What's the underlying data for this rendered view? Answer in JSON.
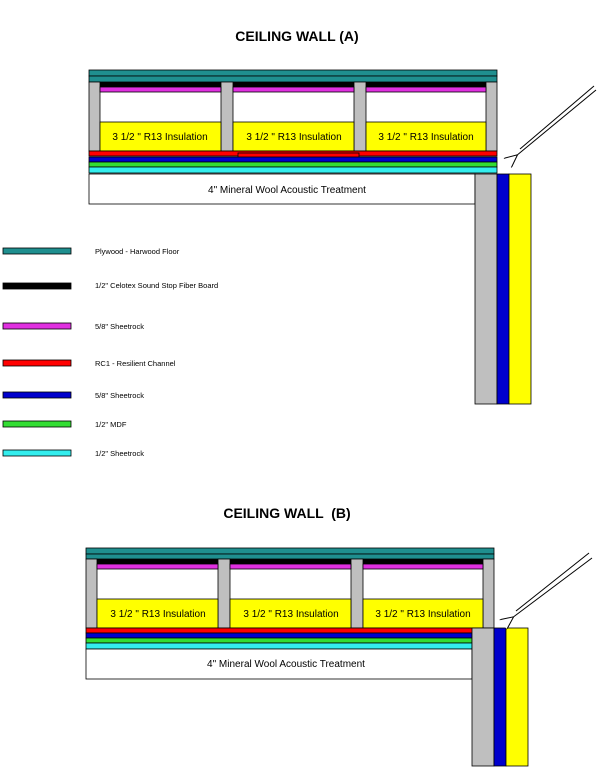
{
  "colors": {
    "plywood": "#1f8f8f",
    "celotex": "#000000",
    "sheetrock_58_top": "#e030e0",
    "resilient_channel": "#ff0000",
    "sheetrock_58": "#0000cc",
    "mdf": "#33dd33",
    "sheetrock_12": "#33eeee",
    "stud": "#bfbfbf",
    "insulation": "#ffff00",
    "mineral_wool": "#ffffff"
  },
  "ceiling_a": {
    "title": "CEILING WALL (A)",
    "insulation_labels": [
      "3 1/2 \" R13 Insulation",
      "3 1/2 \" R13 Insulation",
      "3 1/2 \" R13 Insulation"
    ],
    "mineral_wool_label": "4\" Mineral Wool Acoustic Treatment"
  },
  "ceiling_b": {
    "title": "CEILING WALL  (B)",
    "insulation_labels": [
      "3 1/2 \" R13 Insulation",
      "3 1/2 \" R13 Insulation",
      "3 1/2 \" R13 Insulation"
    ],
    "mineral_wool_label": "4\" Mineral Wool Acoustic Treatment"
  },
  "legend": [
    {
      "label": "Plywood - Harwood Floor",
      "color": "#1f8f8f",
      "icon": "plywood-swatch"
    },
    {
      "label": "1/2\" Celotex Sound Stop Fiber Board",
      "color": "#000000",
      "icon": "celotex-swatch"
    },
    {
      "label": "5/8\" Sheetrock",
      "color": "#e030e0",
      "icon": "magenta-sheetrock-swatch"
    },
    {
      "label": "RC1 - Resilient Channel",
      "color": "#ff0000",
      "icon": "resilient-channel-swatch"
    },
    {
      "label": "5/8\" Sheetrock",
      "color": "#0000cc",
      "icon": "blue-sheetrock-swatch"
    },
    {
      "label": "1/2\" MDF",
      "color": "#33dd33",
      "icon": "mdf-swatch"
    },
    {
      "label": "1/2\" Sheetrock",
      "color": "#33eeee",
      "icon": "cyan-sheetrock-swatch"
    }
  ]
}
